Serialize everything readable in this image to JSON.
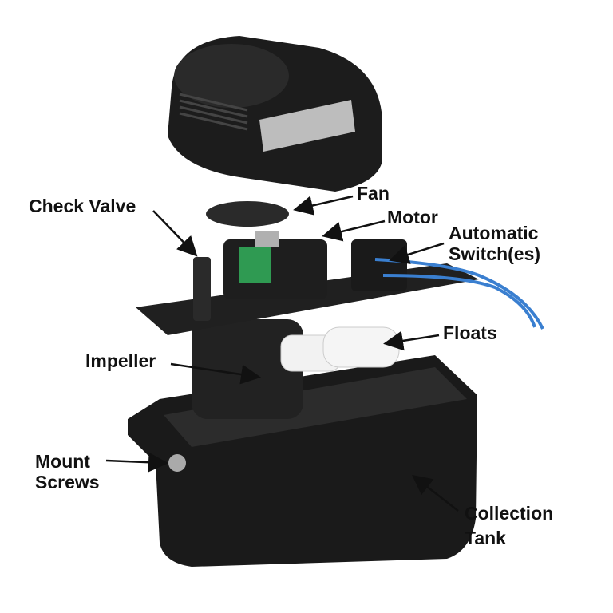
{
  "labels": {
    "check_valve": "Check Valve",
    "fan": "Fan",
    "motor": "Motor",
    "automatic_switch_line1": "Automatic",
    "automatic_switch_line2": "Switch(es)",
    "floats": "Floats",
    "impeller": "Impeller",
    "mount_screws_line1": "Mount",
    "mount_screws_line2": "Screws",
    "collection_tank_line1": "Collection",
    "collection_tank_line2": "Tank"
  },
  "colors": {
    "housing": "#1a1a1a",
    "wire": "#3a7fd0",
    "float": "#f2f2f2",
    "coil": "#2f9a52",
    "text": "#111111"
  }
}
